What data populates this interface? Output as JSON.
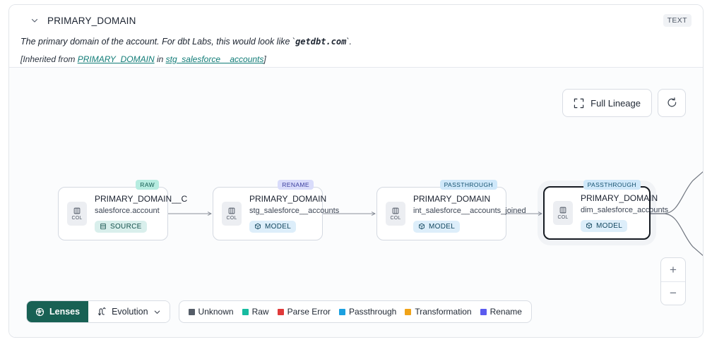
{
  "header": {
    "chevron_icon": "chevron-down-icon",
    "title": "PRIMARY_DOMAIN",
    "type_badge": "TEXT",
    "description_prefix": "The primary domain of the account. For dbt Labs, this would look like `",
    "description_code": "getdbt.com",
    "description_suffix": "`.",
    "inherited_open": "[Inherited from ",
    "inherited_link1": "PRIMARY_DOMAIN",
    "inherited_mid": " in ",
    "inherited_link2": "stg_salesforce__accounts",
    "inherited_close": "]"
  },
  "controls": {
    "full_lineage_label": "Full Lineage",
    "full_lineage_icon": "expand-icon",
    "refresh_icon": "refresh-icon",
    "zoom_in": "+",
    "zoom_out": "−"
  },
  "graph": {
    "nodes": [
      {
        "tag": "RAW",
        "tag_class": "raw",
        "chip_label": "COL",
        "title": "PRIMARY_DOMAIN__C",
        "subtitle": "salesforce.account",
        "pill_label": "SOURCE",
        "pill_class": "source",
        "pill_icon": "database-icon",
        "selected": false
      },
      {
        "tag": "RENAME",
        "tag_class": "rename",
        "chip_label": "COL",
        "title": "PRIMARY_DOMAIN",
        "subtitle": "stg_salesforce__accounts",
        "pill_label": "MODEL",
        "pill_class": "model",
        "pill_icon": "cube-icon",
        "selected": false
      },
      {
        "tag": "PASSTHROUGH",
        "tag_class": "passthrough",
        "chip_label": "COL",
        "title": "PRIMARY_DOMAIN",
        "subtitle": "int_salesforce__accounts_joined",
        "pill_label": "MODEL",
        "pill_class": "model",
        "pill_icon": "cube-icon",
        "selected": false
      },
      {
        "tag": "PASSTHROUGH",
        "tag_class": "passthrough",
        "chip_label": "COL",
        "title": "PRIMARY_DOMAIN",
        "subtitle": "dim_salesforce_accounts",
        "pill_label": "MODEL",
        "pill_class": "model",
        "pill_icon": "cube-icon",
        "selected": true
      }
    ]
  },
  "toolbar": {
    "lenses_label": "Lenses",
    "lenses_icon": "lens-icon",
    "evolution_label": "Evolution",
    "evolution_icon": "evolution-icon",
    "evolution_caret": "chevron-down-icon",
    "legend": [
      {
        "label": "Unknown",
        "color": "#555d68"
      },
      {
        "label": "Raw",
        "color": "#17bba0"
      },
      {
        "label": "Parse Error",
        "color": "#e03a3a"
      },
      {
        "label": "Passthrough",
        "color": "#1ba0e0"
      },
      {
        "label": "Transformation",
        "color": "#f0a318"
      },
      {
        "label": "Rename",
        "color": "#5b5bef"
      }
    ]
  }
}
